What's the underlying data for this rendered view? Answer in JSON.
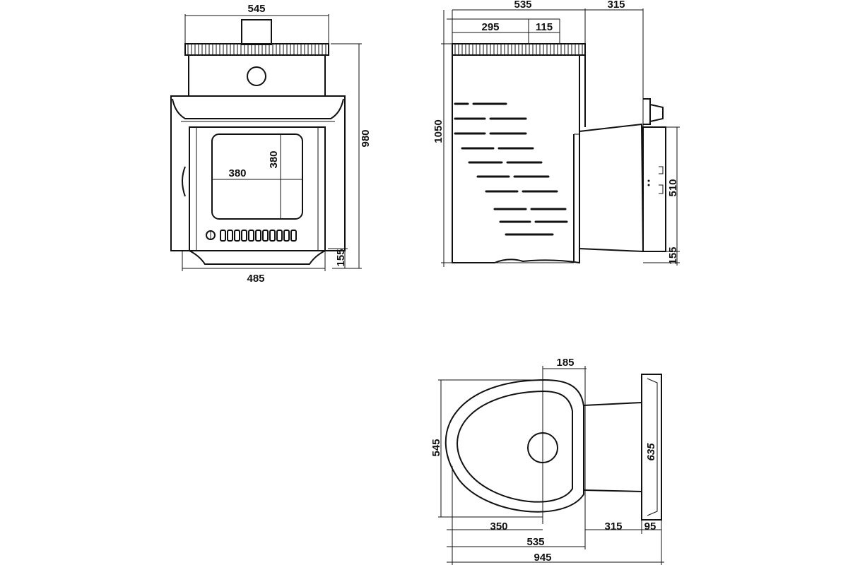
{
  "front_view": {
    "width_top": "545",
    "height_total": "980",
    "door_opening_width": "380",
    "door_opening_height": "380",
    "base_width": "485",
    "leg_height": "155"
  },
  "side_view": {
    "depth_body": "535",
    "depth_tank": "315",
    "top_segment_a": "295",
    "top_segment_b": "115",
    "height_total": "1050",
    "tank_height": "510",
    "leg_height": "155"
  },
  "top_view": {
    "offset_top": "185",
    "depth_left": "545",
    "tank_width": "635",
    "segment_350": "350",
    "segment_315": "315",
    "segment_95": "95",
    "depth_body": "535",
    "total_length": "945"
  }
}
